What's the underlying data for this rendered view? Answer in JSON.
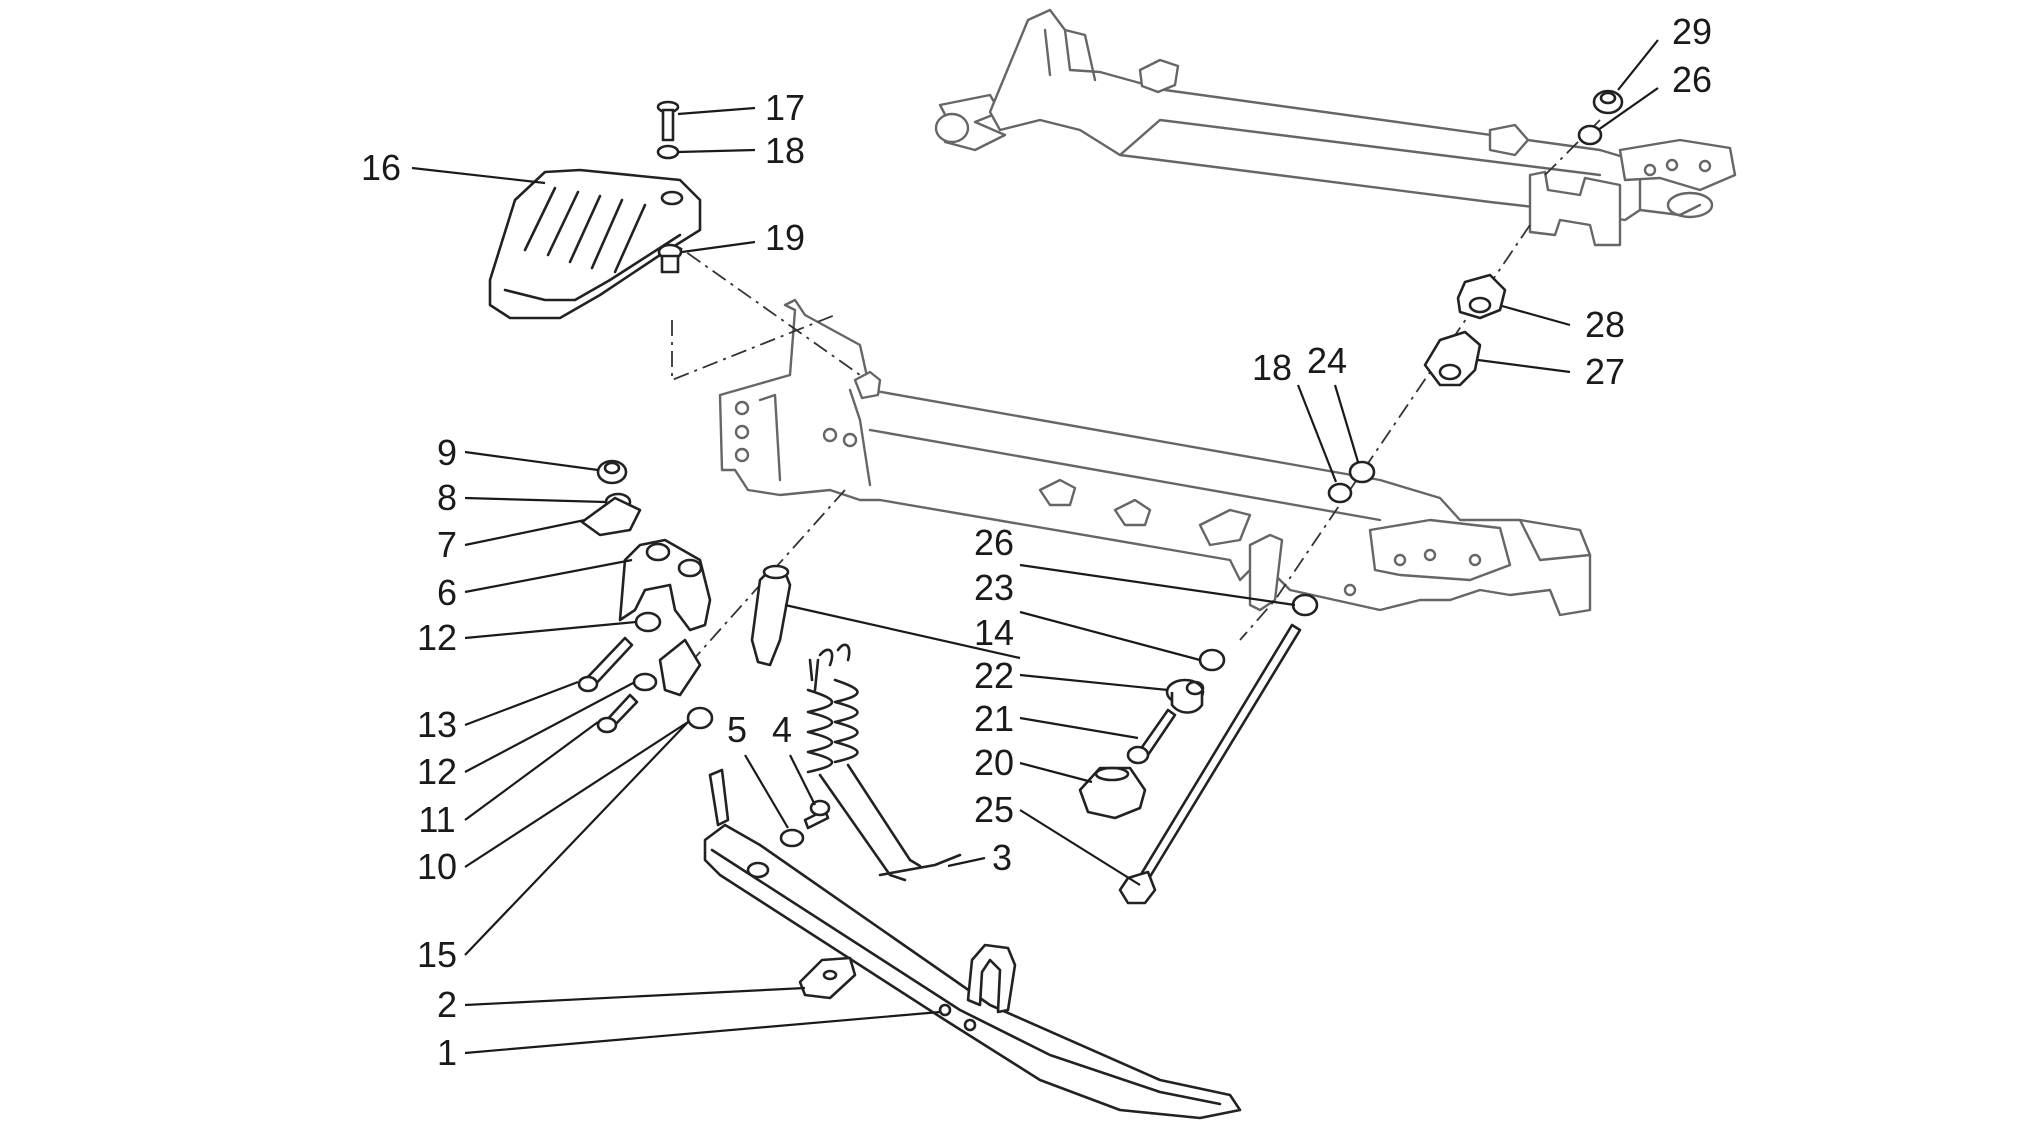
{
  "diagram": {
    "labels": [
      {
        "id": "p29",
        "text": "29",
        "part": "nut-29"
      },
      {
        "id": "p26a",
        "text": "26",
        "part": "washer-26-upper"
      },
      {
        "id": "p17",
        "text": "17",
        "part": "screw-17"
      },
      {
        "id": "p18a",
        "text": "18",
        "part": "washer-18-upper"
      },
      {
        "id": "p16",
        "text": "16",
        "part": "footrest-16"
      },
      {
        "id": "p19",
        "text": "19",
        "part": "bolt-19"
      },
      {
        "id": "p28",
        "text": "28",
        "part": "bushing-28"
      },
      {
        "id": "p27",
        "text": "27",
        "part": "bushing-27"
      },
      {
        "id": "p18b",
        "text": "18",
        "part": "washer-18-mid"
      },
      {
        "id": "p24",
        "text": "24",
        "part": "nut-24"
      },
      {
        "id": "p9",
        "text": "9",
        "part": "nut-9"
      },
      {
        "id": "p8",
        "text": "8",
        "part": "washer-8"
      },
      {
        "id": "p7",
        "text": "7",
        "part": "plate-7"
      },
      {
        "id": "p6",
        "text": "6",
        "part": "bracket-6"
      },
      {
        "id": "p26b",
        "text": "26",
        "part": "washer-26-lower"
      },
      {
        "id": "p23",
        "text": "23",
        "part": "washer-23"
      },
      {
        "id": "p14",
        "text": "14",
        "part": "switch-14"
      },
      {
        "id": "p12a",
        "text": "12",
        "part": "washer-12-upper"
      },
      {
        "id": "p22",
        "text": "22",
        "part": "spacer-22"
      },
      {
        "id": "p21",
        "text": "21",
        "part": "screw-21"
      },
      {
        "id": "p13",
        "text": "13",
        "part": "screw-13"
      },
      {
        "id": "p5",
        "text": "5",
        "part": "washer-5"
      },
      {
        "id": "p4",
        "text": "4",
        "part": "bolt-4"
      },
      {
        "id": "p20",
        "text": "20",
        "part": "buffer-20"
      },
      {
        "id": "p12b",
        "text": "12",
        "part": "washer-12-lower"
      },
      {
        "id": "p25",
        "text": "25",
        "part": "rod-25"
      },
      {
        "id": "p11",
        "text": "11",
        "part": "screw-11"
      },
      {
        "id": "p10",
        "text": "10",
        "part": "washer-10"
      },
      {
        "id": "p3",
        "text": "3",
        "part": "springs-3"
      },
      {
        "id": "p15",
        "text": "15",
        "part": "washer-15"
      },
      {
        "id": "p2",
        "text": "2",
        "part": "plate-2"
      },
      {
        "id": "p1",
        "text": "1",
        "part": "side-stand-1"
      }
    ]
  }
}
